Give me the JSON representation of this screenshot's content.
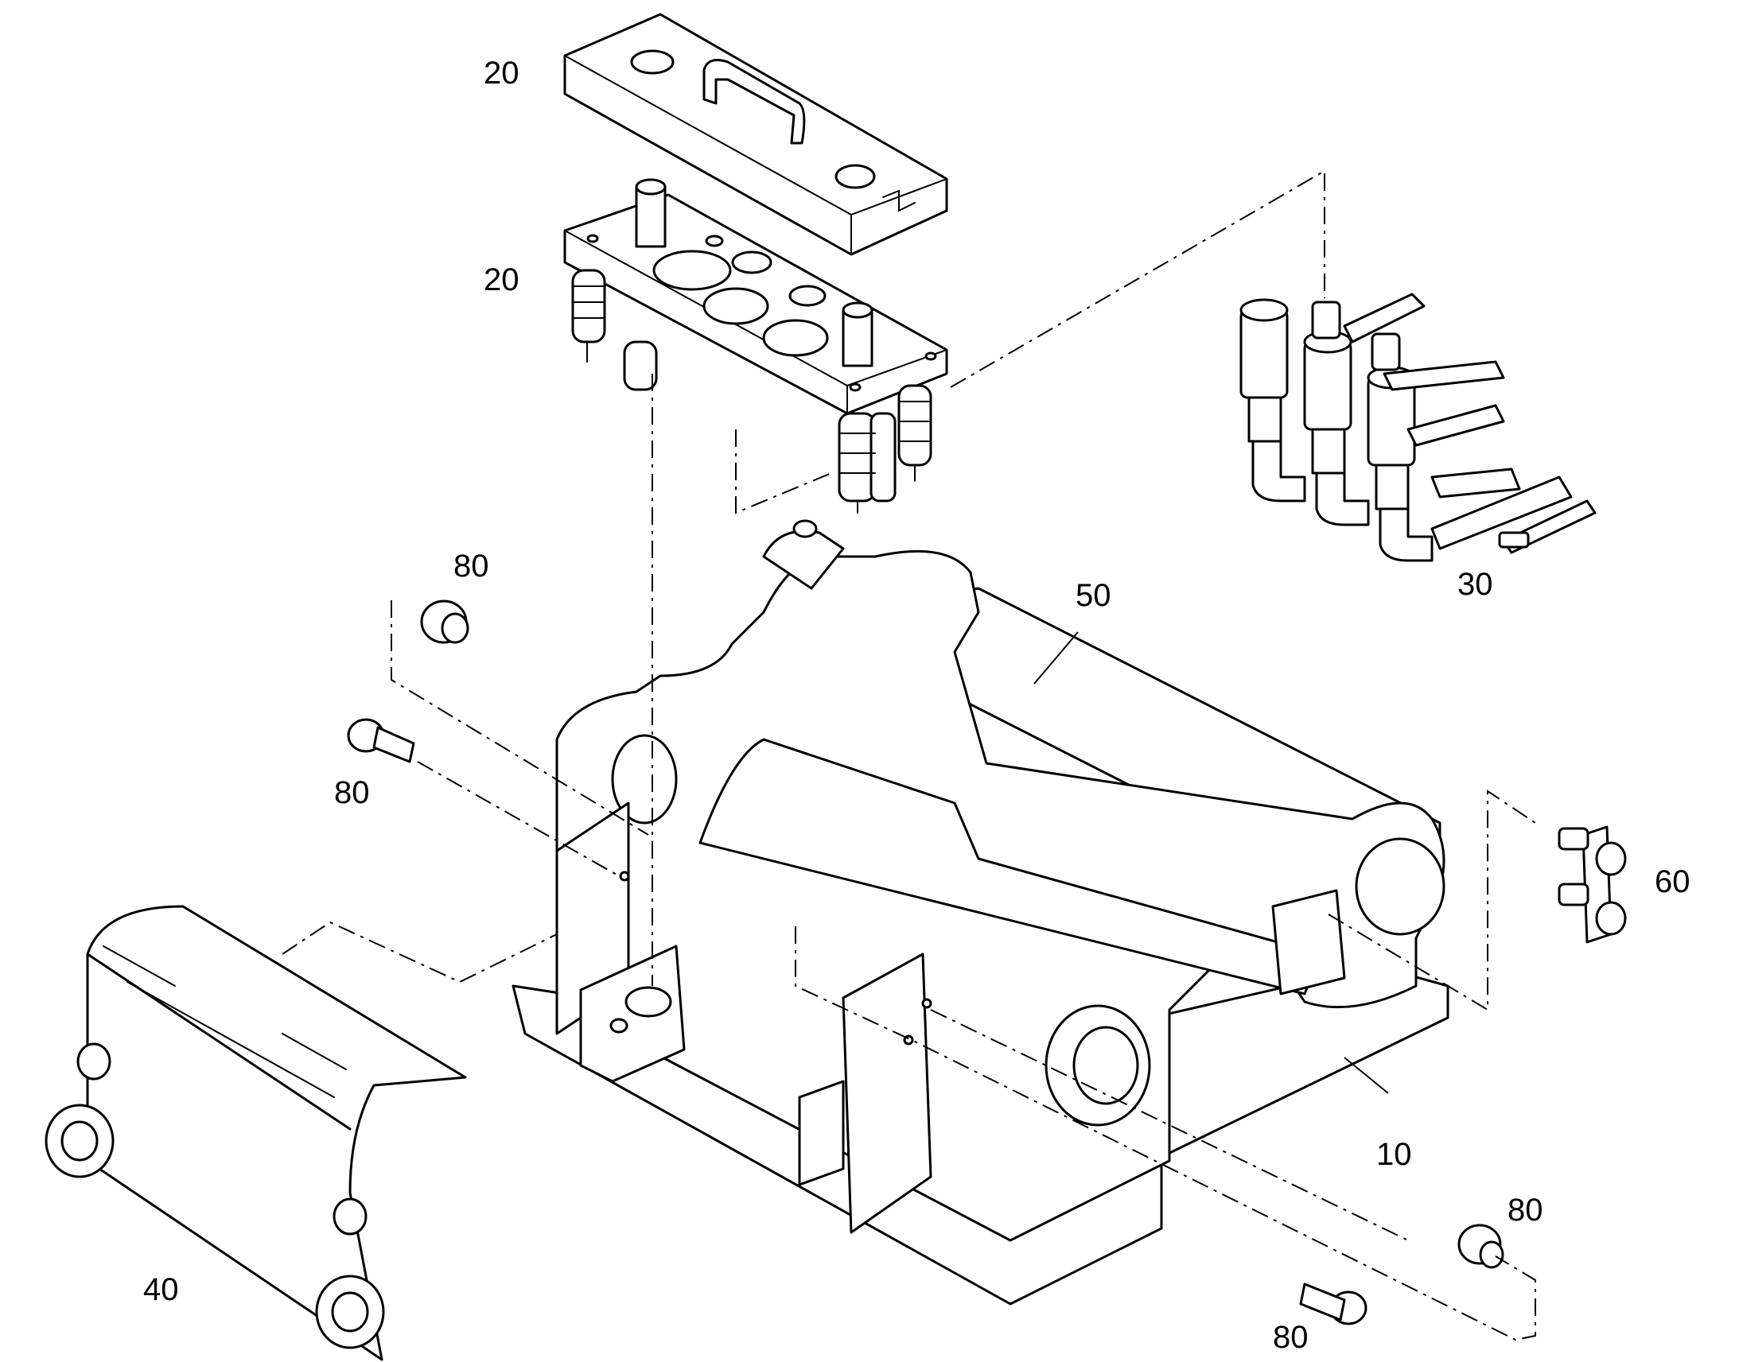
{
  "callouts": {
    "c20a": "20",
    "c20b": "20",
    "c30": "30",
    "c50": "50",
    "c80a": "80",
    "c80b": "80",
    "c60": "60",
    "c40": "40",
    "c10": "10",
    "c80c": "80",
    "c80d": "80"
  },
  "colors": {
    "line": "#000000",
    "background": "#ffffff"
  }
}
